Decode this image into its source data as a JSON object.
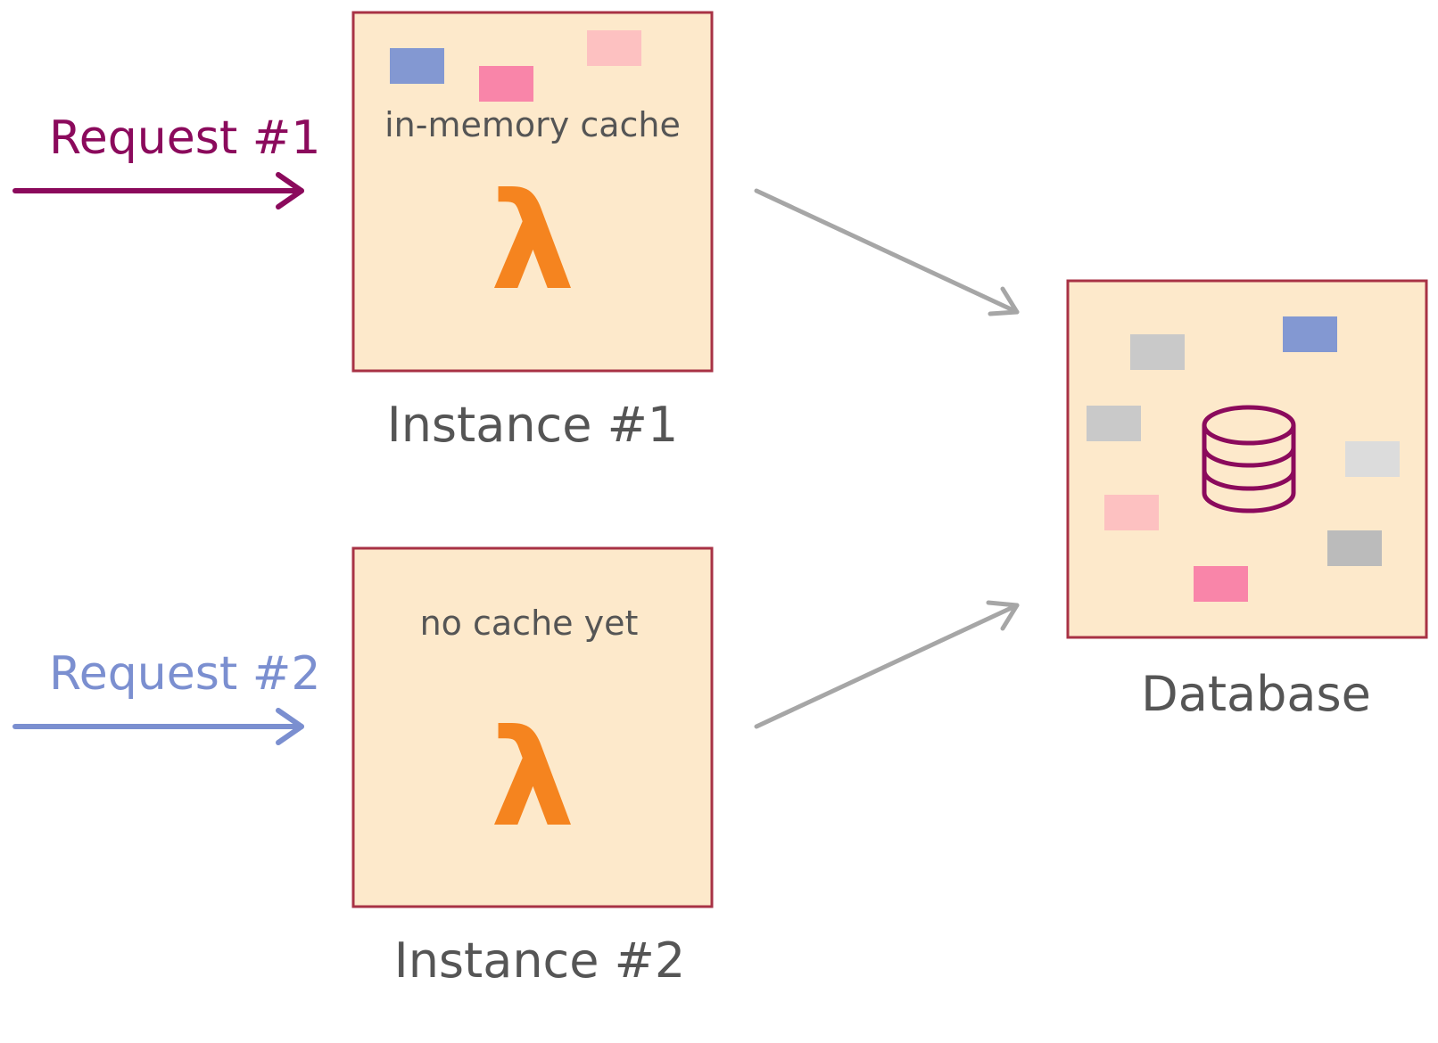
{
  "requests": [
    {
      "label": "Request #1",
      "color": "#8b0a5c"
    },
    {
      "label": "Request #2",
      "color": "#7b8fd0"
    }
  ],
  "instances": [
    {
      "label": "Instance #1",
      "cache_label": "in-memory cache",
      "icon": "lambda-icon",
      "glyph": "λ"
    },
    {
      "label": "Instance #2",
      "cache_label": "no cache yet",
      "icon": "lambda-icon",
      "glyph": "λ"
    }
  ],
  "database": {
    "label": "Database",
    "icon": "database-icon"
  },
  "colors": {
    "box_fill": "#fde9cb",
    "box_border": "#a83245",
    "lambda": "#f5841f",
    "arrow_gray": "#a6a6a6",
    "label_gray": "#555555",
    "db_icon": "#8b0a5c",
    "item_blue": "#8398d2",
    "item_pink": "#f985a9",
    "item_light_pink": "#fdc1c1",
    "item_gray": "#c9c9c9",
    "item_light_gray": "#dcdcdc",
    "item_mid_gray": "#bbbbbb"
  }
}
